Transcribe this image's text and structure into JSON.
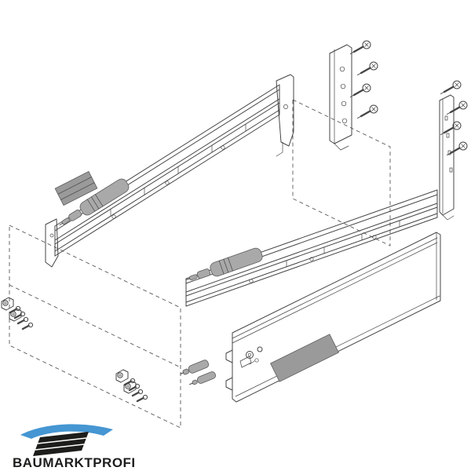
{
  "logo": {
    "text": "BAUMARKTPROFI"
  },
  "colors": {
    "background": "#ffffff",
    "line": "#454545",
    "part_gray": "#a9a9a9",
    "pad_gray": "#9a9a9a",
    "logo_blue": "#4596d2",
    "logo_dark": "#1d1d1b"
  },
  "diagram": {
    "type": "exploded-parts-drawing",
    "parts": [
      "left drawer runner with gallery tube",
      "right drawer runner with gallery tube",
      "rear fixing bracket",
      "rear fixing rail",
      "mounting screws",
      "front fixing couplers",
      "front fixing hooks",
      "drawer side panel",
      "label pad",
      "damper pad",
      "dashed drawer outline"
    ]
  }
}
